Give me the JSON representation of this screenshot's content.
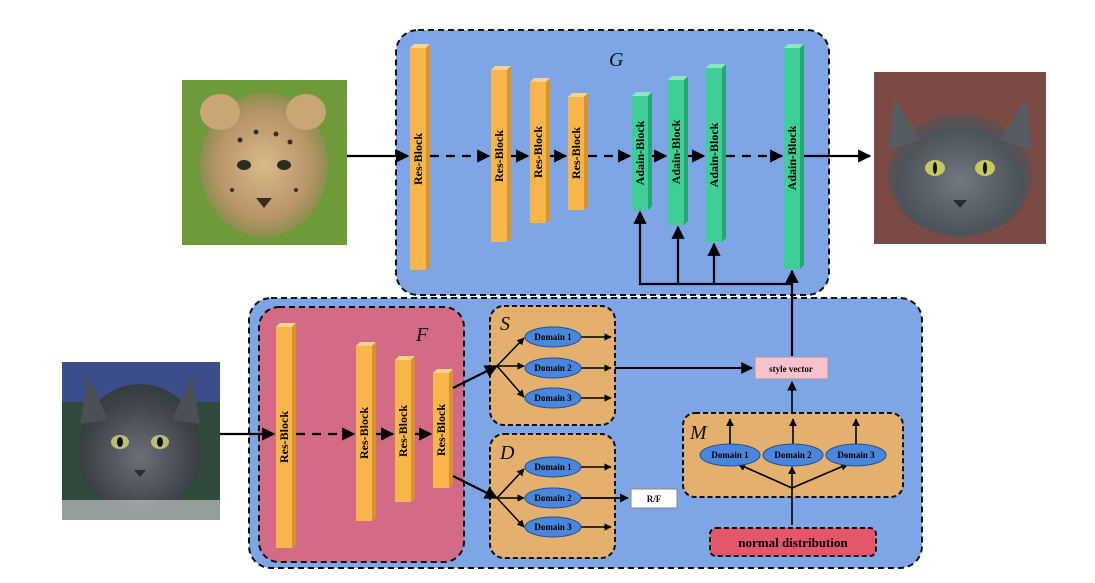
{
  "generator": {
    "label": "G",
    "blocks": [
      "Res-Block",
      "Res-Block",
      "Res-Block",
      "Res-Block",
      "Adain-Block",
      "Adain-Block",
      "Adain-Block",
      "Adain-Block"
    ]
  },
  "encoder": {
    "label": "F",
    "blocks": [
      "Res-Block",
      "Res-Block",
      "Res-Block",
      "Res-Block"
    ]
  },
  "style_encoder": {
    "label": "S",
    "domains": [
      "Domain 1",
      "Domain 2",
      "Domain 3"
    ]
  },
  "discriminator": {
    "label": "D",
    "domains": [
      "Domain 1",
      "Domain 2",
      "Domain 3"
    ]
  },
  "mapping": {
    "label": "M",
    "domains": [
      "Domain 1",
      "Domain 2",
      "Domain 3"
    ]
  },
  "style_vector_label": "style  vector",
  "rf_label": "R/F",
  "normal_label": "normal distribution",
  "colors": {
    "blue_panel": "#7ea6e6",
    "pink_panel": "#d36a86",
    "tan_panel": "#e4b06e",
    "res_block": "#f8b54a",
    "adain_block": "#3fcf96",
    "domain_ellipse": "#4a86dc",
    "style_box": "#f7c2cc",
    "normal_box": "#e5566a"
  }
}
